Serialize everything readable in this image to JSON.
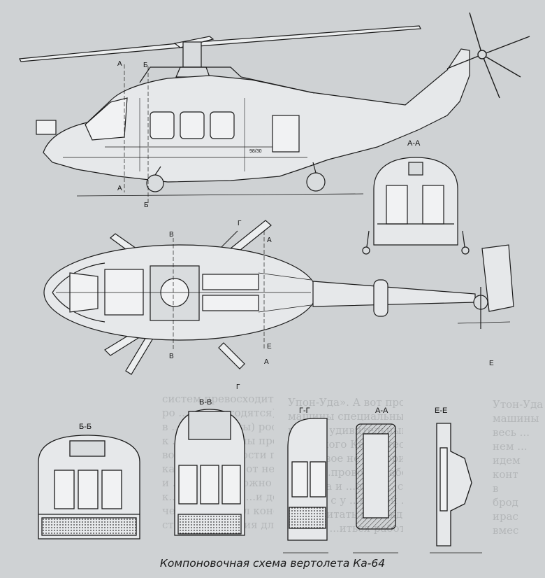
{
  "caption": "Компоновочная схема вертолета Ка-64",
  "section_marks": {
    "side_a_top": "A",
    "side_b_top": "Б",
    "side_a_bottom": "A",
    "side_b_bottom": "Б",
    "view_aa": "A-A",
    "plan_v_top": "B",
    "plan_g_top": "Г",
    "plan_a_top": "A",
    "plan_v_bottom": "B",
    "plan_e_bottom": "E",
    "plan_a_bottom": "A",
    "plan_g_bottom": "Г",
    "view_bb": "Б-Б",
    "view_vv": "В-В",
    "view_gg": "Г-Г",
    "view_aa2": "А-А",
    "view_ee": "Е-Е",
    "tail_e": "E"
  },
  "side_view_marks": {
    "tail_code": "98/30"
  },
  "background_text": {
    "col1": [
      "систем превосходит потому сверх",
      "ро ... не пригодятся), на",
      "в ...ы вертолеты) россий",
      "к ...пы и ...стемы пробойте",
      "во ...оподъемности предпо",
      "ка ... продукта от некот",
      "и ...рез ... на можно Утол",
      "к... изменение ...и действо",
      "ческ потенциал конструкторов Ка",
      "ст ...пользования для русских баш"
    ],
    "col2": [
      "Упон-Уда». А вот проектирование",
      "машины специальным нирозых",
      "весьма удивительным машины",
      "немецкого Кайта тестоносцем",
      "идем свое не ...оворим о",
      "кон... ...провод в рабон",
      "в ...раза и ...омии ...стенка",
      "бродил с у ...ностей ...т зимние",
      "ирассчитать к ...аждой ...у бору",
      "вместо ...иться работа"
    ],
    "col3": [
      "Утон-Уда",
      "машины",
      "весь ...",
      "нем ...",
      "идем",
      "конт",
      "в",
      "брод",
      "ирас",
      "вмес"
    ]
  }
}
